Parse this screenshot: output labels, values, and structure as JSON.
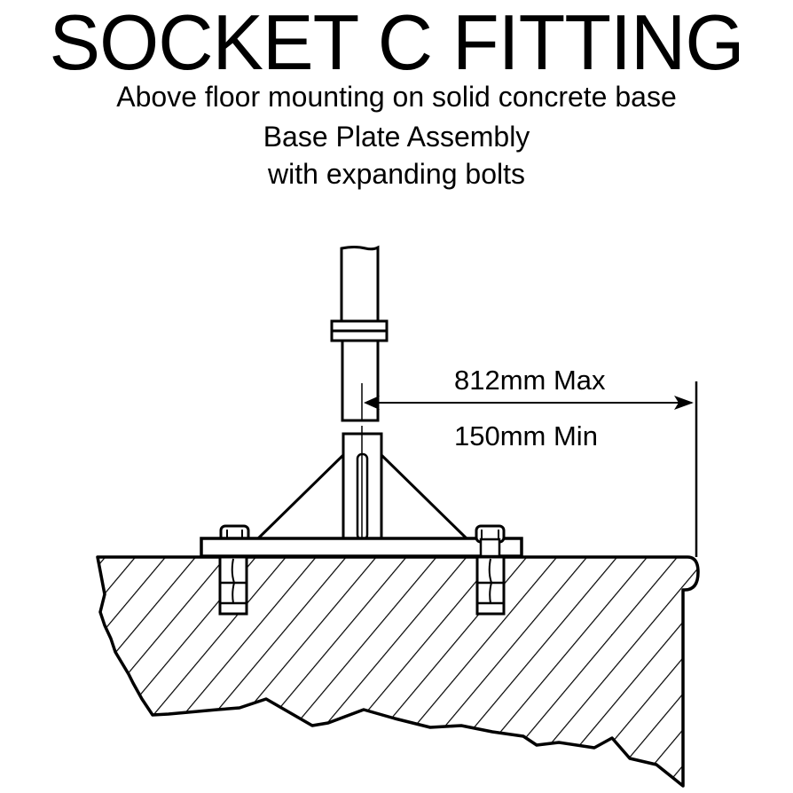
{
  "title": "SOCKET C FITTING",
  "subtitle_lines": [
    "Above floor mounting on solid concrete base",
    "Base Plate Assembly",
    "with expanding bolts"
  ],
  "dimension": {
    "max_label": "812mm Max",
    "min_label": "150mm Min"
  },
  "components": {
    "post": "post-tube",
    "collar": "collar-ring",
    "socket": "socket-sleeve",
    "base_plate": "base-plate",
    "gussets": "support-gussets",
    "bolts": [
      "expanding-bolt-left",
      "expanding-bolt-right"
    ],
    "base": "solid-concrete-base"
  },
  "colors": {
    "ink": "#000000",
    "background": "#ffffff"
  }
}
